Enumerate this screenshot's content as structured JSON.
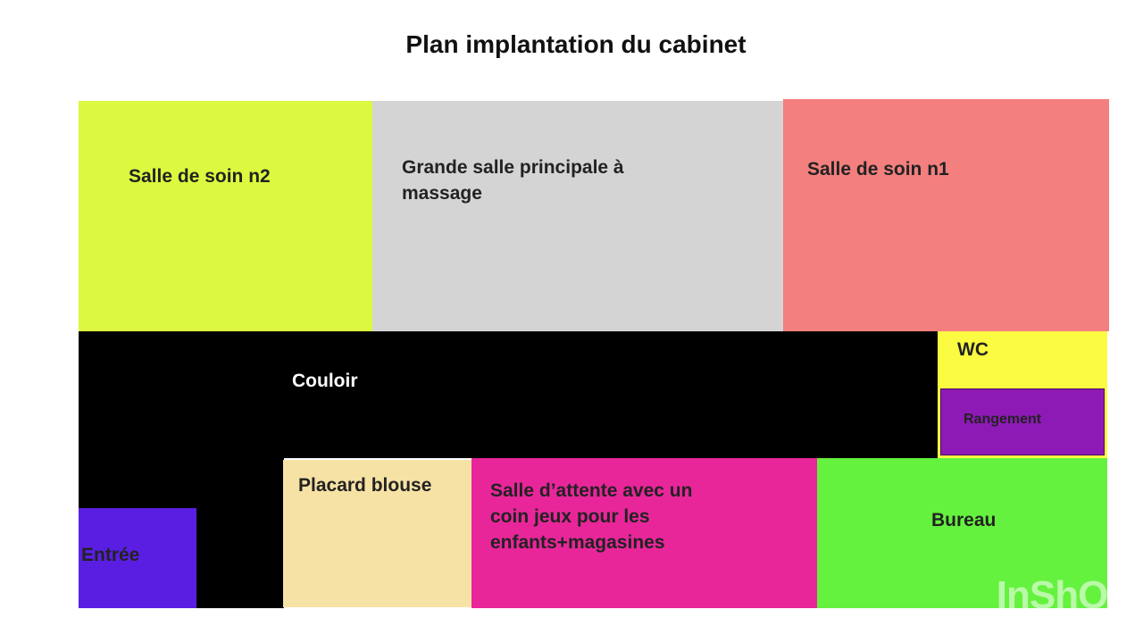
{
  "title": "Plan implantation du cabinet",
  "rooms": {
    "salle_soin_2": {
      "label": "Salle de soin n2",
      "color": "#dcf93f"
    },
    "grande_salle": {
      "label": "Grande salle principale à\nmassage",
      "color": "#d4d4d4"
    },
    "salle_soin_1": {
      "label": "Salle de soin n1",
      "color": "#f47f7f"
    },
    "couloir": {
      "label": "Couloir",
      "color": "#000000"
    },
    "wc": {
      "label": "WC",
      "color": "#fbfc41"
    },
    "rangement": {
      "label": "Rangement",
      "color": "#8e1ab5"
    },
    "placard": {
      "label": "Placard blouse",
      "color": "#f7e2a5"
    },
    "salle_attente": {
      "label": "Salle d’attente avec un\ncoin jeux pour les\nenfants+magasines",
      "color": "#e8269a"
    },
    "bureau": {
      "label": "Bureau",
      "color": "#65f23f"
    },
    "entree": {
      "label": "Entrée",
      "color": "#5a1ee3"
    }
  },
  "watermark": "InShOt"
}
